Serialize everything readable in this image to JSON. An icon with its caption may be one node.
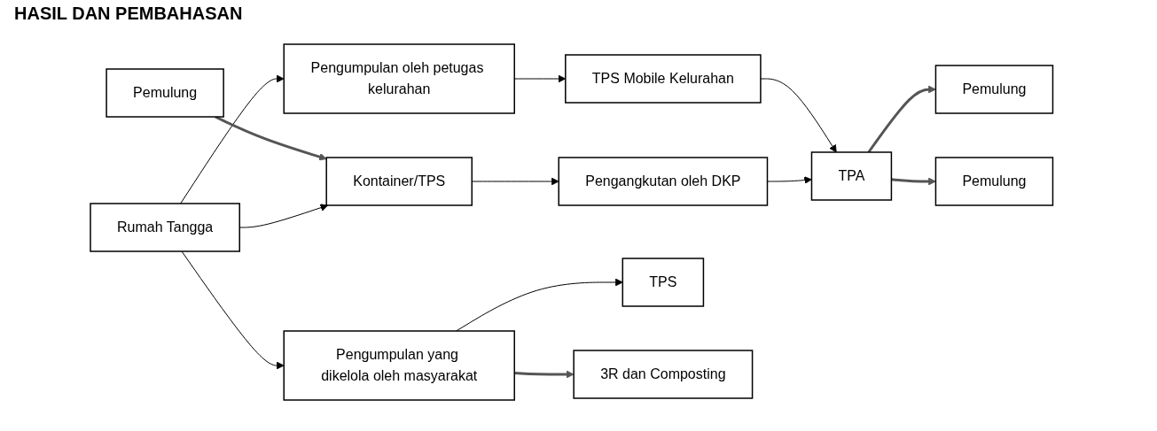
{
  "diagram": {
    "title": "HASIL DAN PEMBAHASAN",
    "nodes": [
      {
        "text": [
          "Rumah Tangga"
        ]
      },
      {
        "text": [
          "Pengumpulan oleh petugas kelurahan"
        ]
      },
      {
        "text": [
          "TPS Mobile Kelurahan"
        ]
      },
      {
        "text": [
          "Pemulung"
        ]
      },
      {
        "text": [
          "TPA"
        ]
      },
      {
        "text": [
          "Pemulung"
        ]
      },
      {
        "text": [
          "Kontainer/TPS"
        ]
      },
      {
        "text": [
          "Pengangkutan oleh DKP"
        ]
      },
      {
        "text": [
          "Pengumpulan yang dikelola oleh masyarakat"
        ]
      },
      {
        "text": [
          "TPS"
        ]
      },
      {
        "text": [
          "Pemulung"
        ]
      },
      {
        "text": [
          "3R dan Composting"
        ]
      }
    ],
    "edges": [
      {
        "from": 0,
        "to": 1,
        "arrow": "to"
      },
      {
        "from": 1,
        "to": 2,
        "arrow": "to"
      },
      {
        "from": 2,
        "to": 4,
        "arrow": "to"
      },
      {
        "from": 4,
        "to": 3,
        "arrow": "to",
        "style": "thick"
      },
      {
        "from": 5,
        "to": 6,
        "arrow": "to",
        "style": "thick"
      },
      {
        "from": 0,
        "to": 6,
        "arrow": "to"
      },
      {
        "from": 6,
        "to": 7,
        "arrow": "to"
      },
      {
        "from": 7,
        "to": 4,
        "arrow": "to"
      },
      {
        "from": 0,
        "to": 8,
        "arrow": "to"
      },
      {
        "from": 8,
        "to": 11,
        "arrow": "to",
        "style": "thick"
      },
      {
        "from": 8,
        "to": 9,
        "arrow": "to"
      },
      {
        "from": 4,
        "to": 10,
        "arrow": "to",
        "style": "thick"
      }
    ]
  }
}
